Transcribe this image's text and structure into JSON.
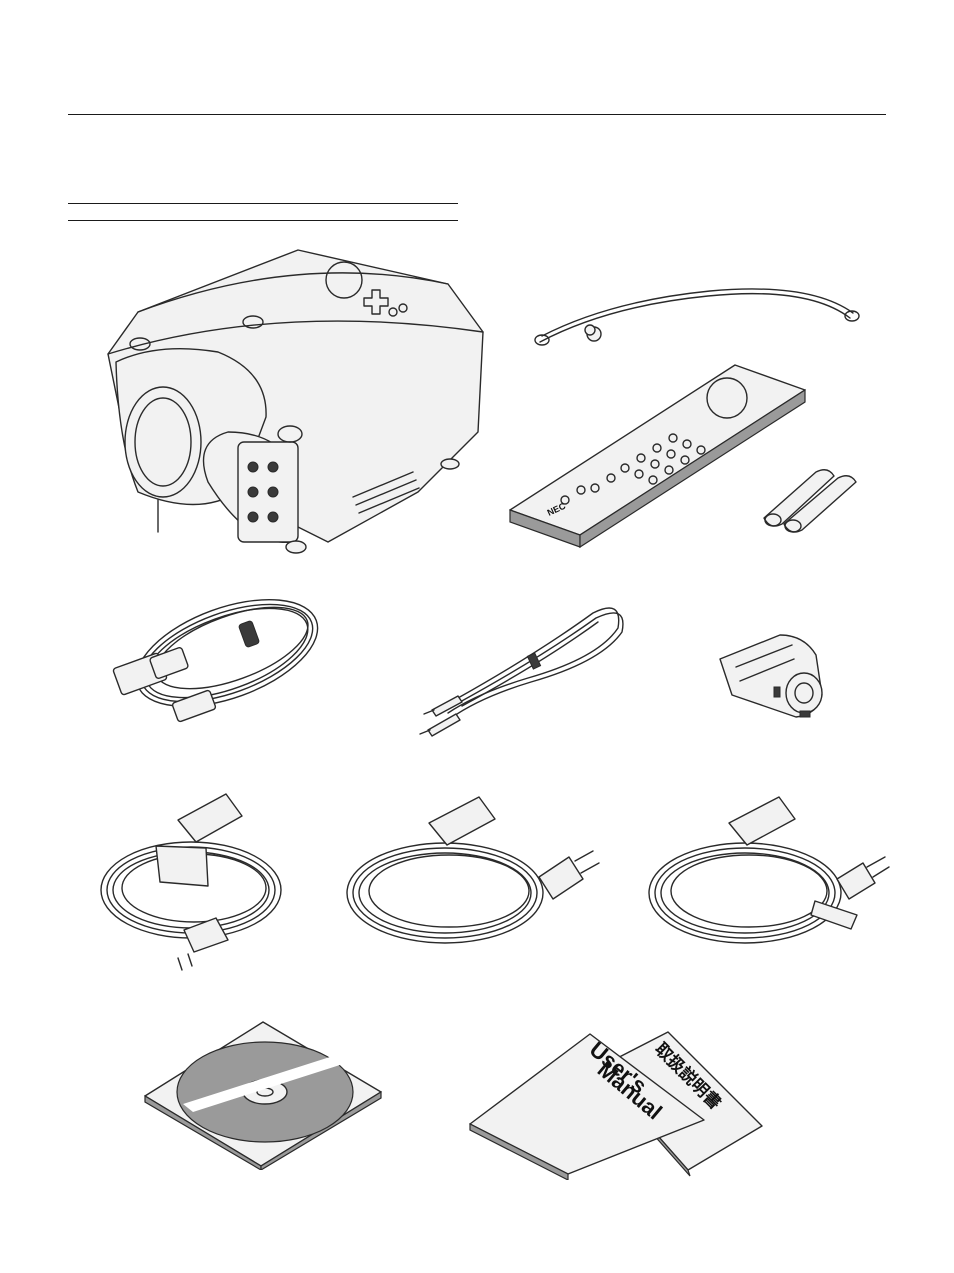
{
  "manual_text": {
    "manual_title_line1": "User's",
    "manual_title_line2": "Manual",
    "manual_title_jp": "取扱説明書",
    "remote_brand": "NEC"
  },
  "figures": [
    {
      "name": "projector-icon"
    },
    {
      "name": "lens-strap-icon"
    },
    {
      "name": "remote-control-icon"
    },
    {
      "name": "batteries-icon"
    },
    {
      "name": "vga-cable-icon"
    },
    {
      "name": "audio-cable-icon"
    },
    {
      "name": "ferrite-core-icon"
    },
    {
      "name": "power-cord-eu-icon"
    },
    {
      "name": "power-cord-us-icon"
    },
    {
      "name": "power-cord-jp-icon"
    },
    {
      "name": "cd-rom-icon"
    },
    {
      "name": "manuals-icon"
    }
  ]
}
